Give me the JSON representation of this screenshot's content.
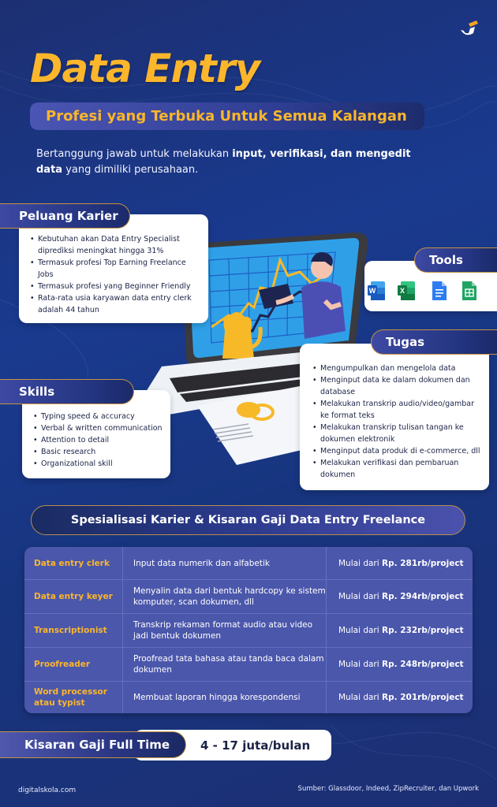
{
  "header": {
    "title": "Data Entry",
    "subtitle": "Profesi yang Terbuka Untuk Semua Kalangan",
    "intro_prefix": "Bertanggung jawab untuk melakukan ",
    "intro_bold_1": "input, verifikasi, dan mengedit",
    "intro_bold_2": "data",
    "intro_suffix": " yang dimiliki perusahaan.",
    "logo_icon": "digitalskola-logo-icon"
  },
  "peluang_karier": {
    "label": "Peluang Karier",
    "items": [
      "Kebutuhan akan Data Entry Specialist dipredìksi meningkat hingga 31%",
      "Termasuk profesi Top Earning Freelance Jobs",
      "Termasuk profesi yang Beginner Friendly",
      "Rata-rata usia karyawan data entry clerk adalah 44 tahun"
    ]
  },
  "tools": {
    "label": "Tools",
    "items": [
      {
        "name": "Microsoft Word",
        "icon": "word-icon",
        "letter": "W",
        "color": "#2b5fbe"
      },
      {
        "name": "Microsoft Excel",
        "icon": "excel-icon",
        "letter": "X",
        "color": "#1e7a44"
      },
      {
        "name": "Google Docs",
        "icon": "google-docs-icon",
        "letter": "",
        "color": "#2d7df0"
      },
      {
        "name": "Google Sheets",
        "icon": "google-sheets-icon",
        "letter": "",
        "color": "#20a464"
      }
    ]
  },
  "tugas": {
    "label": "Tugas",
    "items": [
      "Mengumpulkan dan mengelola data",
      "Menginput data ke dalam dokumen dan database",
      "Melakukan transkrip audio/video/gambar ke format teks",
      "Melakukan transkrip tulisan tangan ke dokumen elektronik",
      "Menginput data produk di e-commerce, dll",
      "Melakukan verifikasi dan pembaruan dokumen"
    ]
  },
  "skills": {
    "label": "Skills",
    "items": [
      "Typing speed & accuracy",
      "Verbal & written communication",
      "Attention to detail",
      "Basic research",
      "Organizational skill"
    ]
  },
  "spesialisasi": {
    "title": "Spesialisasi Karier & Kisaran Gaji Data Entry Freelance",
    "rows": [
      {
        "role": "Data entry clerk",
        "desc": "Input data numerik dan alfabetik",
        "price_prefix": "Mulai dari ",
        "price": "Rp. 281rb/project"
      },
      {
        "role": "Data entry keyer",
        "desc": "Menyalin data dari bentuk hardcopy ke sistem komputer, scan dokumen, dll",
        "price_prefix": "Mulai dari ",
        "price": "Rp. 294rb/project"
      },
      {
        "role": "Transcriptionist",
        "desc": "Transkrip rekaman format audio atau video jadi bentuk dokumen",
        "price_prefix": "Mulai dari ",
        "price": "Rp. 232rb/project"
      },
      {
        "role": "Proofreader",
        "desc": "Proofread tata bahasa atau tanda baca dalam dokumen",
        "price_prefix": "Mulai dari ",
        "price": "Rp. 248rb/project"
      },
      {
        "role": "Word processor atau typist",
        "desc": "Membuat laporan hingga korespondensi",
        "price_prefix": "Mulai dari ",
        "price": "Rp. 201rb/project"
      }
    ]
  },
  "full_time": {
    "label": "Kisaran Gaji Full Time",
    "value": "4 -  17 juta/bulan"
  },
  "footer": {
    "website": "digitalskola.com",
    "source": "Sumber: Glassdoor, Indeed, ZipRecruiter, dan Upwork"
  },
  "colors": {
    "accent_yellow": "#fbb62b",
    "background_blue": "#1a3a8f",
    "table_blue": "#4b57ab",
    "border_gold": "#c59343"
  }
}
